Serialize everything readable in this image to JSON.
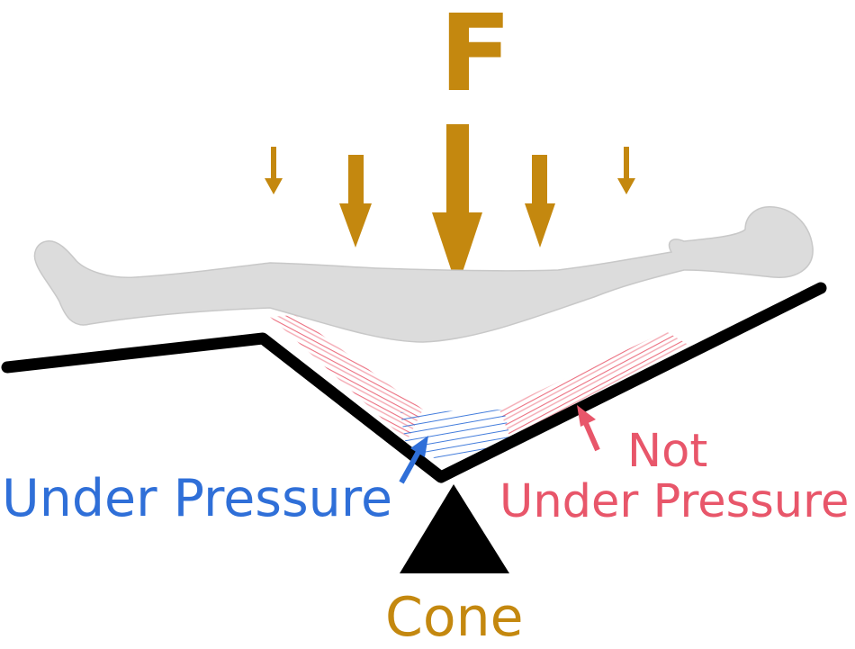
{
  "labels": {
    "force": "F",
    "under_pressure": "Under Pressure",
    "not_under_pressure_line1": "Not",
    "not_under_pressure_line2": "Under Pressure",
    "cone": "Cone"
  },
  "colors": {
    "force": "#c4880f",
    "under_pressure": "#2f6fd8",
    "not_under_pressure": "#e8566a",
    "cone": "#c4880f",
    "body": "#dcdcdc",
    "surface": "#000000"
  },
  "icons": {
    "force_arrows": "down-arrow-icon",
    "fulcrum": "triangle-icon",
    "person": "lying-person-icon"
  }
}
